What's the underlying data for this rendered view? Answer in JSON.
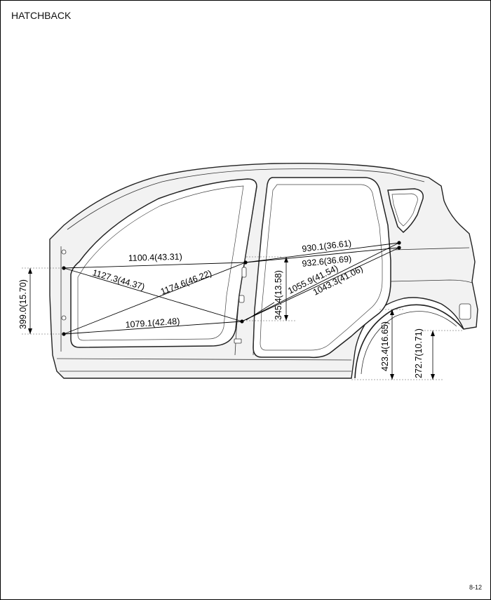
{
  "title": "HATCHBACK",
  "page_number": "8-12",
  "measurements": {
    "m1": "1100.4(43.31)",
    "m2": "1127.3(44.37)",
    "m3": "1174.6(46.22)",
    "m4": "1079.1(42.48)",
    "m5": "930.1(36.61)",
    "m6": "932.6(36.69)",
    "m7": "1055.9(41.54)",
    "m8": "1043.3(41.06)",
    "m9": "345.4(13.58)",
    "m10": "399.0(15.70)",
    "m11": "423.4(16.65)",
    "m12": "272.7(10.71)"
  }
}
